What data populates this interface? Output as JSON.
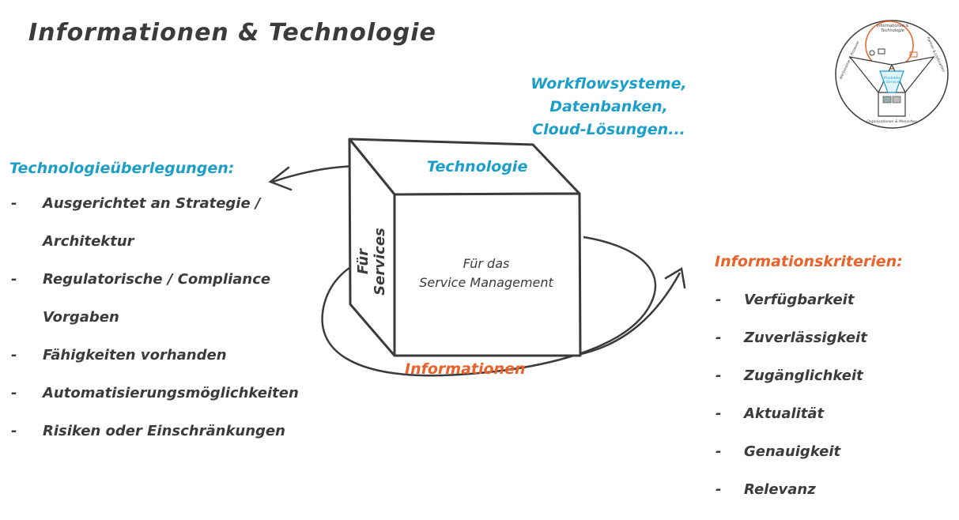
{
  "title": "Informationen & Technologie",
  "workflow_note": [
    "Workflowsysteme, Datenbanken,",
    "Cloud-Lösungen..."
  ],
  "cube": {
    "top_label": "Technologie",
    "side_label": "Für Services",
    "front_label": [
      "Für das",
      "Service Management"
    ],
    "bottom_label": "Informationen"
  },
  "left": {
    "heading": "Technologieüberlegungen:",
    "items": [
      [
        "Ausgerichtet an Strategie /",
        "Architektur"
      ],
      [
        "Regulatorische / Compliance",
        "Vorgaben"
      ],
      [
        "Fähigkeiten vorhanden"
      ],
      [
        "Automatisierungsmöglichkeiten"
      ],
      [
        "Risiken oder Einschränkungen"
      ]
    ]
  },
  "right": {
    "heading": "Informationskriterien:",
    "items": [
      "Verfügbarkeit",
      "Zuverlässigkeit",
      "Zugänglichkeit",
      "Aktualität",
      "Genauigkeit",
      "Relevanz"
    ]
  },
  "emblem": {
    "top": [
      "Informationen &",
      "Technologie"
    ],
    "left": "Wertströme & Prozesse",
    "right": "Partner & Lieferanten",
    "bottom": "Organisationen & Menschen",
    "center": [
      "Produkte",
      "& Services"
    ]
  },
  "colors": {
    "teal": "#1b9fc8",
    "orange": "#e8622a",
    "ink": "#3b3b3b"
  }
}
